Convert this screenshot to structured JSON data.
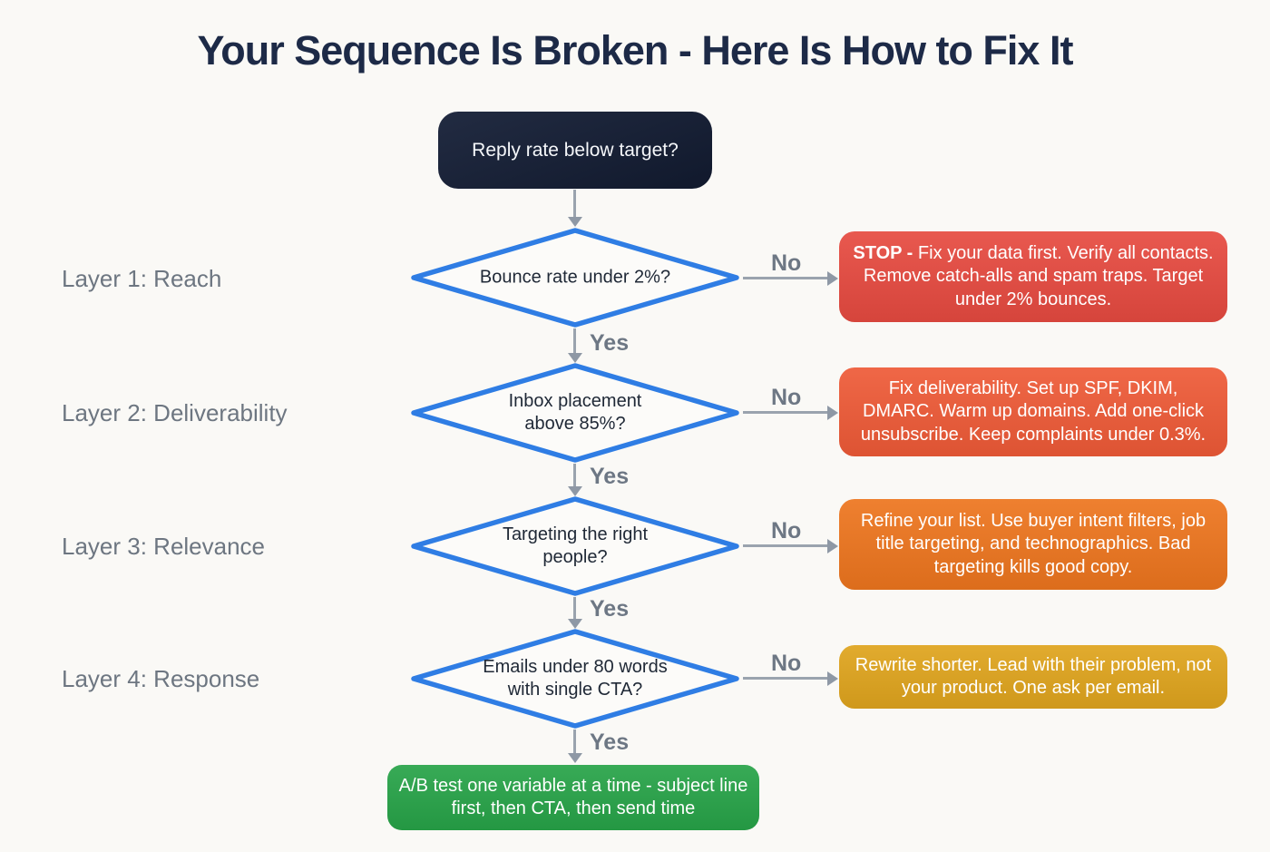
{
  "title": "Your Sequence Is Broken - Here Is How to Fix It",
  "start": {
    "label": "Reply rate below target?"
  },
  "layers": [
    {
      "label": "Layer 1: Reach",
      "question": "Bounce rate under 2%?",
      "no_label": "No",
      "yes_label": "Yes",
      "action_prefix": "STOP - ",
      "action": "Fix your data first. Verify all contacts. Remove catch-alls and spam traps. Target under 2% bounces.",
      "action_color": "#e64a40"
    },
    {
      "label": "Layer 2: Deliverability",
      "question": "Inbox placement above 85%?",
      "no_label": "No",
      "yes_label": "Yes",
      "action": "Fix deliverability. Set up SPF, DKIM, DMARC. Warm up domains. Add one-click unsubscribe. Keep complaints under 0.3%.",
      "action_color": "#ee5a37"
    },
    {
      "label": "Layer 3: Relevance",
      "question": "Targeting the right people?",
      "no_label": "No",
      "yes_label": "Yes",
      "action": "Refine your list. Use buyer intent filters, job title targeting, and technographics. Bad targeting kills good copy.",
      "action_color": "#ed751e"
    },
    {
      "label": "Layer 4: Response",
      "question": "Emails under 80 words with single CTA?",
      "no_label": "No",
      "yes_label": "Yes",
      "action": "Rewrite shorter. Lead with their problem, not your product. One ask per email.",
      "action_color": "#dfa41d"
    }
  ],
  "final": {
    "label": "A/B test one variable at a time - subject line first, then CTA, then send time",
    "color": "#27a348"
  },
  "colors": {
    "background": "#faf9f6",
    "title_text": "#1d2a47",
    "start_bg": "#141e36",
    "diamond_border": "#2f7de4",
    "diamond_fill": "#fcfbf9",
    "arrow_gray": "#9aa3ae",
    "branch_label_gray": "#6d7784",
    "layer_label_gray": "#6d7681"
  }
}
